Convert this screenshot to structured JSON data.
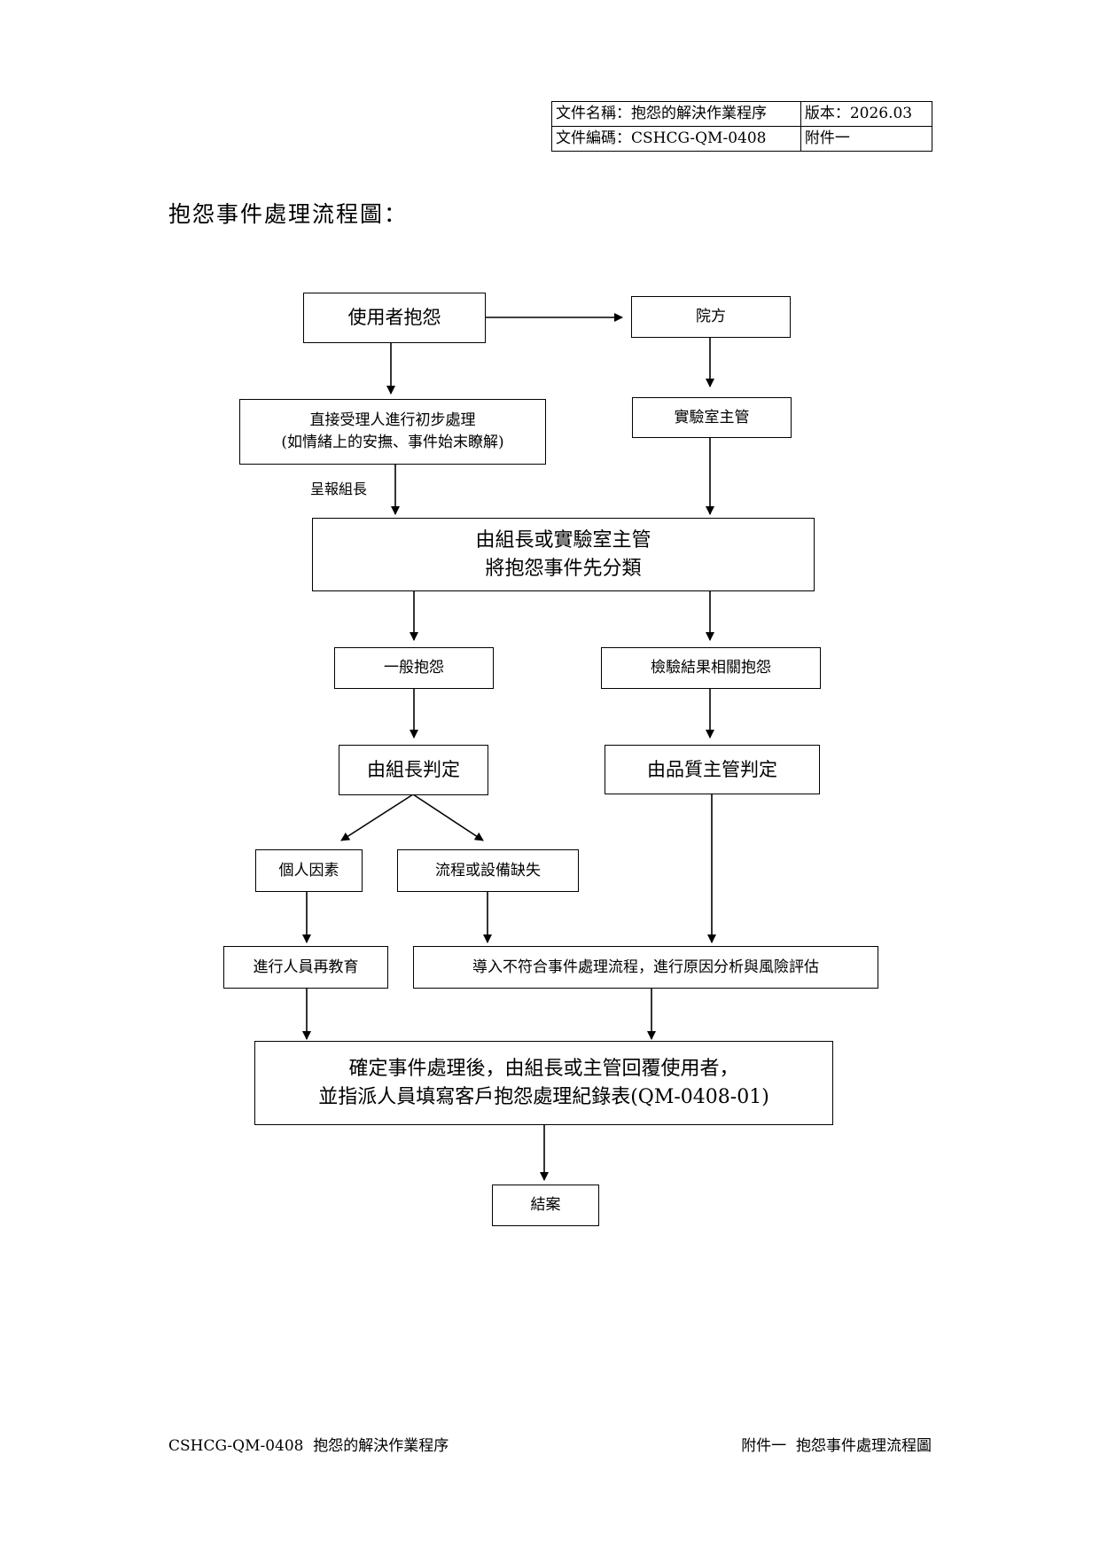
{
  "header": {
    "doc_name": "文件名稱：抱怨的解決作業程序",
    "version": "版本：2026.03",
    "doc_code": "文件編碼：CSHCG-QM-0408",
    "attachment": "附件一"
  },
  "page_title": "抱怨事件處理流程圖：",
  "flow": {
    "user_complaint": "使用者抱怨",
    "hospital": "院方",
    "direct_receiver_line1": "直接受理人進行初步處理",
    "direct_receiver_line2": "(如情緒上的安撫、事件始末瞭解)",
    "lab_supervisor": "實驗室主管",
    "report_label": "呈報組長",
    "classify_line1": "由組長或實驗室主管",
    "classify_line2": "將抱怨事件先分類",
    "general_complaint": "一般抱怨",
    "test_result_complaint": "檢驗結果相關抱怨",
    "leader_judge": "由組長判定",
    "quality_judge": "由品質主管判定",
    "personal_factor": "個人因素",
    "process_defect": "流程或設備缺失",
    "re_education": "進行人員再教育",
    "nonconformity_process": "導入不符合事件處理流程，進行原因分析與風險評估",
    "confirm_line1": "確定事件處理後，由組長或主管回覆使用者，",
    "confirm_line2": "並指派人員填寫客戶抱怨處理紀錄表(QM-0408-01)",
    "close_case": "結案"
  },
  "footer": {
    "left": "CSHCG-QM-0408  抱怨的解決作業程序",
    "right": "附件一  抱怨事件處理流程圖"
  }
}
